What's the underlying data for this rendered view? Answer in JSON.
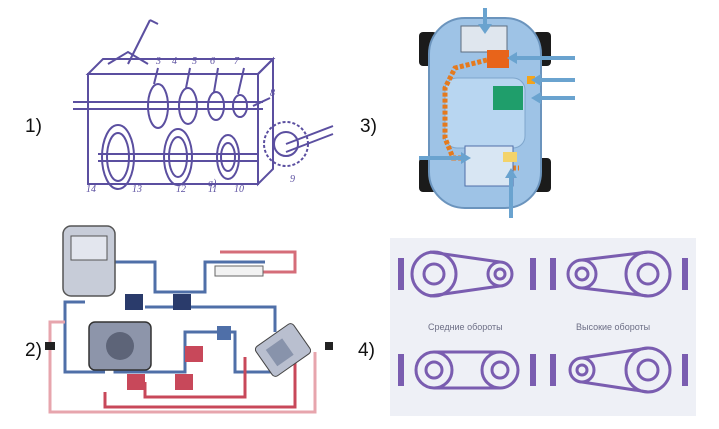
{
  "labels": {
    "p1": "1)",
    "p2": "2)",
    "p3": "3)",
    "p4": "4)"
  },
  "panel4": {
    "caption_middle": "Средние обороты",
    "caption_high": "Высокие обороты"
  },
  "colors": {
    "sketch": "#5b4fa0",
    "car_body": "#9ec3e6",
    "arrow": "#6aa3cf",
    "pipe": "#e57a1e",
    "block_green": "#1f9e6b",
    "hydraulic_blue": "#4f6fa8",
    "hydraulic_red": "#c8485a",
    "variator": "#7a5db0"
  }
}
